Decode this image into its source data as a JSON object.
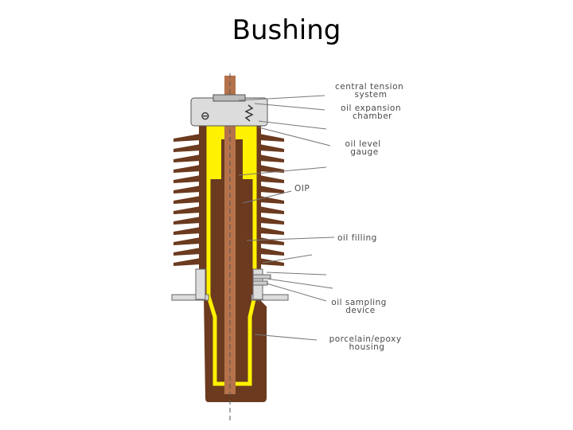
{
  "slide": {
    "title": "Bushing"
  },
  "diagram": {
    "labels": [
      {
        "id": "central-tension-system",
        "lines": [
          "central tension",
          "system"
        ]
      },
      {
        "id": "oil-expansion-chamber",
        "lines": [
          "oil expansion",
          "chamber"
        ]
      },
      {
        "id": "oil-level-gauge",
        "lines": [
          "oil level",
          "gauge"
        ]
      },
      {
        "id": "oip",
        "lines": [
          "OIP"
        ]
      },
      {
        "id": "oil-filling",
        "lines": [
          "oil filling"
        ]
      },
      {
        "id": "oil-sampling-device",
        "lines": [
          "oil sampling",
          "device"
        ]
      },
      {
        "id": "porcelain-epoxy-housing",
        "lines": [
          "porcelain/epoxy",
          "housing"
        ]
      }
    ],
    "colors": {
      "porcelain": "#6b3a1f",
      "paper_insulation": "#fff200",
      "conductor": "#b5724b",
      "flange": "#dcdcdc",
      "leader": "#777777"
    }
  }
}
